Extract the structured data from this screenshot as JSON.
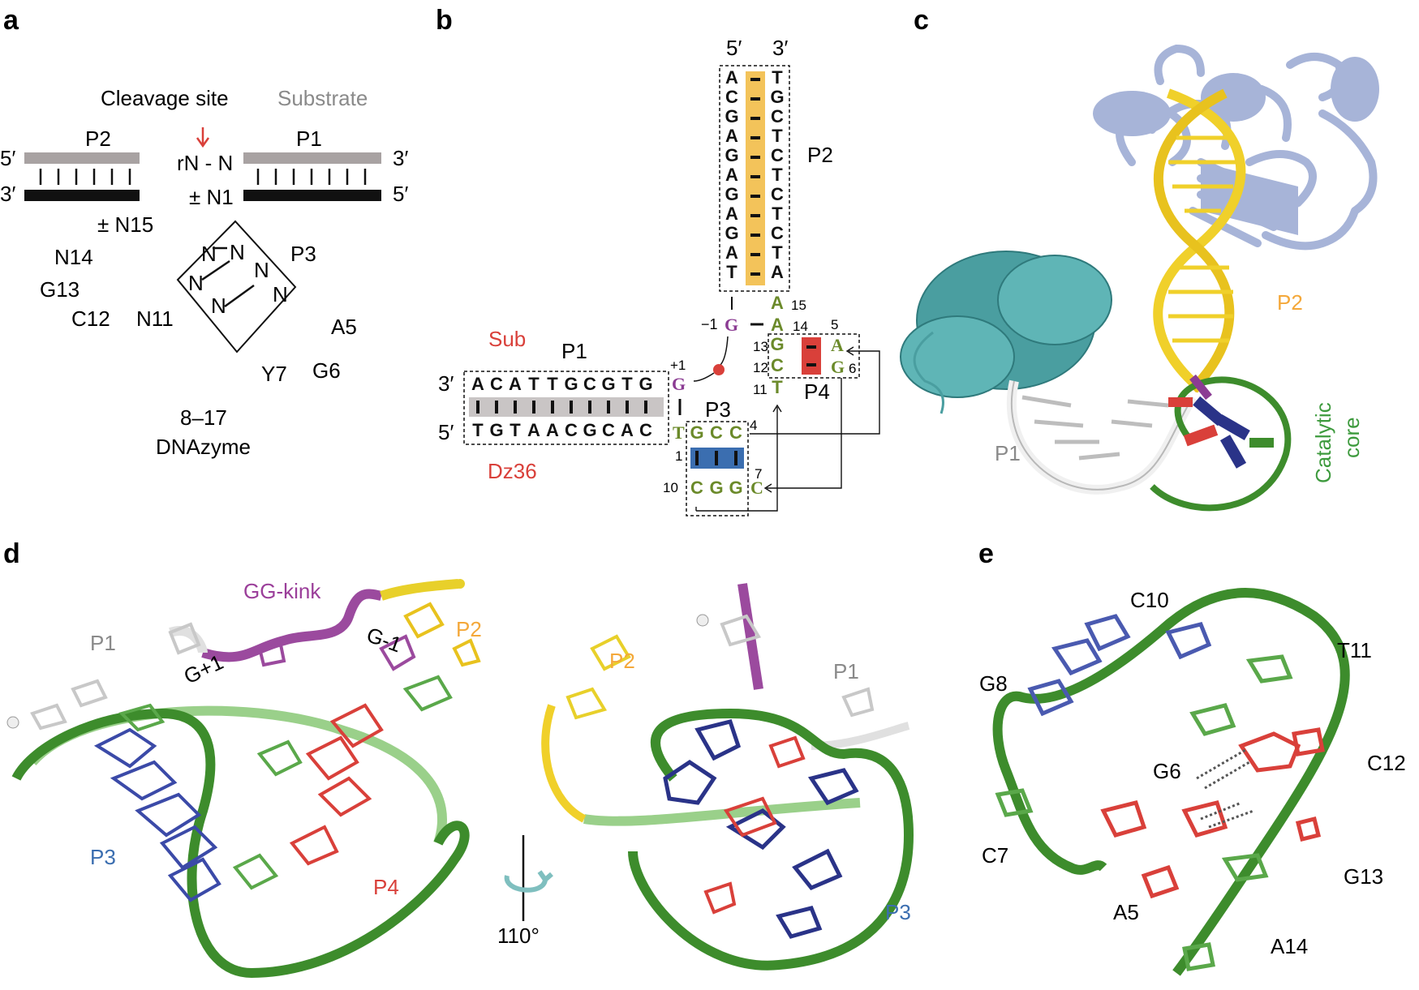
{
  "colors": {
    "grey_bar": "#a8a2a2",
    "black": "#111111",
    "red": "#d9403a",
    "purple": "#8b3c93",
    "green": "#5a8a2e",
    "olive": "#6b8a2a",
    "yellow": "#f3c35a",
    "blue": "#3b6eb0",
    "grey_text": "#8a8a8a",
    "orange": "#f4a83a",
    "teal": "#4a9ea0",
    "periwinkle": "#a7b4d8",
    "darkblue": "#2a3388",
    "darkgreen": "#3d8c2c",
    "lightgreen": "#8bc87a"
  },
  "panel_a": {
    "label": "a",
    "cleavage_site": "Cleavage site",
    "substrate": "Substrate",
    "p2": "P2",
    "p1": "P1",
    "five_left": "5′",
    "three_left": "3′",
    "three_right": "3′",
    "five_right": "5′",
    "rn_n": "rN - N",
    "n1": "± N1",
    "n15": "± N15",
    "n14": "N14",
    "g13": "G13",
    "c12": "C12",
    "n11": "N11",
    "p3": "P3",
    "a5": "A5",
    "y7": "Y7",
    "g6": "G6",
    "core_n": "N",
    "name1": "8–17",
    "name2": "DNAzyme"
  },
  "panel_b": {
    "label": "b",
    "five": "5′",
    "three": "3′",
    "p2": "P2",
    "p1": "P1",
    "p3": "P3",
    "p4": "P4",
    "sub": "Sub",
    "dz": "Dz36",
    "three_p1": "3′",
    "five_p1": "5′",
    "p2_left": [
      "A",
      "C",
      "G",
      "A",
      "G",
      "A",
      "G",
      "A",
      "G",
      "A",
      "T"
    ],
    "p2_right": [
      "T",
      "G",
      "C",
      "T",
      "C",
      "T",
      "C",
      "T",
      "C",
      "T",
      "A"
    ],
    "p1_top": [
      "A",
      "C",
      "A",
      "T",
      "T",
      "G",
      "C",
      "G",
      "T",
      "G"
    ],
    "p1_bottom": [
      "T",
      "G",
      "T",
      "A",
      "A",
      "C",
      "G",
      "C",
      "A",
      "C"
    ],
    "g_minus": "G",
    "minus1": "−1",
    "g_plus": "G",
    "plus1": "+1",
    "a15": "A",
    "a14": "A",
    "g13": "G",
    "c12": "C",
    "t11": "T",
    "n15": "15",
    "n14": "14",
    "n13": "13",
    "n12": "12",
    "n11": "11",
    "a5": "A",
    "g6": "G",
    "n5": "5",
    "n6": "6",
    "t1": "T",
    "p3_top": [
      "G",
      "C",
      "C"
    ],
    "p3_bottom": [
      "C",
      "G",
      "G"
    ],
    "c7": "C",
    "n1": "1",
    "n4": "4",
    "n7": "7",
    "n10": "10"
  },
  "panel_c": {
    "label": "c",
    "p2": "P2",
    "p1": "P1",
    "core1": "Catalytic",
    "core2": "core"
  },
  "panel_d": {
    "label": "d",
    "gg_kink": "GG-kink",
    "p1": "P1",
    "g_minus1": "G-1",
    "p2": "P2",
    "g_plus1": "G+1",
    "p3": "P3",
    "p4": "P4",
    "p2_b": "P2",
    "p1_b": "P1",
    "p3_b": "P3",
    "rotation": "110°"
  },
  "panel_e": {
    "label": "e",
    "c10": "C10",
    "t11": "T11",
    "g8": "G8",
    "g6": "G6",
    "c12": "C12",
    "c7": "C7",
    "g13": "G13",
    "a5": "A5",
    "a14": "A14"
  }
}
